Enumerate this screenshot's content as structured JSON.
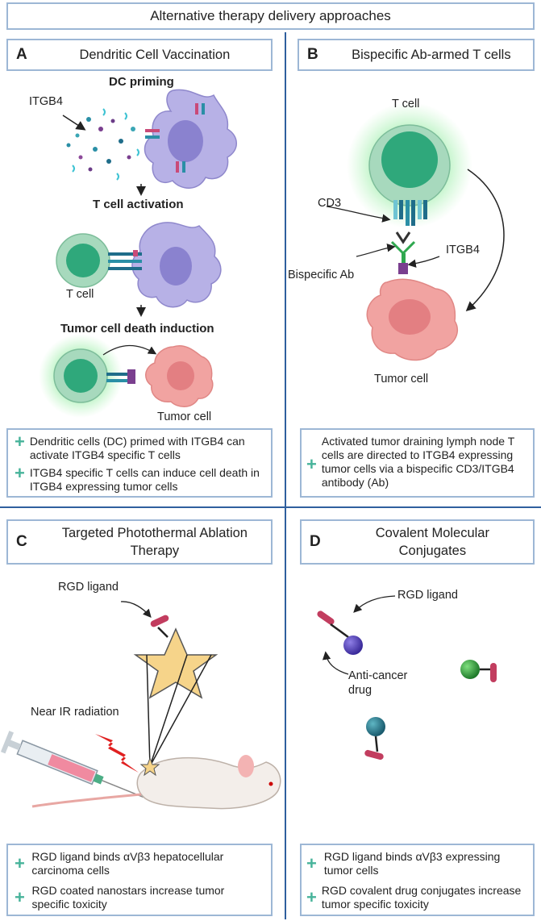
{
  "title": "Alternative therapy delivery approaches",
  "panel_a": {
    "letter": "A",
    "heading": "Dendritic Cell Vaccination",
    "step1": "DC priming",
    "itgb4_label": "ITGB4",
    "step2": "T cell activation",
    "tcell_label": "T cell",
    "step3": "Tumor cell death induction",
    "tumor_label": "Tumor cell",
    "notes": [
      "Dendritic cells (DC) primed with ITGB4 can activate ITGB4 specific T cells",
      "ITGB4 specific T cells can induce cell death in ITGB4 expressing tumor cells"
    ]
  },
  "panel_b": {
    "letter": "B",
    "heading": "Bispecific Ab-armed T cells",
    "tcell_label": "T cell",
    "cd3_label": "CD3",
    "itgb4_label": "ITGB4",
    "ab_label": "Bispecific Ab",
    "tumor_label": "Tumor cell",
    "notes": [
      "Activated tumor draining lymph node T cells are directed to ITGB4 expressing tumor cells via a bispecific CD3/ITGB4 antibody (Ab)"
    ]
  },
  "panel_c": {
    "letter": "C",
    "heading_line1": "Targeted Photothermal Ablation",
    "heading_line2": "Therapy",
    "rgd_label": "RGD ligand",
    "ir_label": "Near IR radiation",
    "notes": [
      "RGD ligand binds αVβ3 hepatocellular carcinoma cells",
      "RGD coated nanostars increase tumor specific toxicity"
    ]
  },
  "panel_d": {
    "letter": "D",
    "heading_line1": "Covalent Molecular",
    "heading_line2": "Conjugates",
    "rgd_label": "RGD ligand",
    "drug_label_line1": "Anti-cancer",
    "drug_label_line2": "drug",
    "notes": [
      "RGD ligand binds αVβ3 expressing tumor cells",
      "RGD covalent drug conjugates increase tumor specific toxicity"
    ]
  },
  "colors": {
    "box_border": "#9db7d5",
    "divider": "#2f5f9e",
    "plus": "#47b39a",
    "dendritic": "#b7b1e6",
    "tcell": "#4cae86",
    "tumor": "#f1a3a1"
  }
}
